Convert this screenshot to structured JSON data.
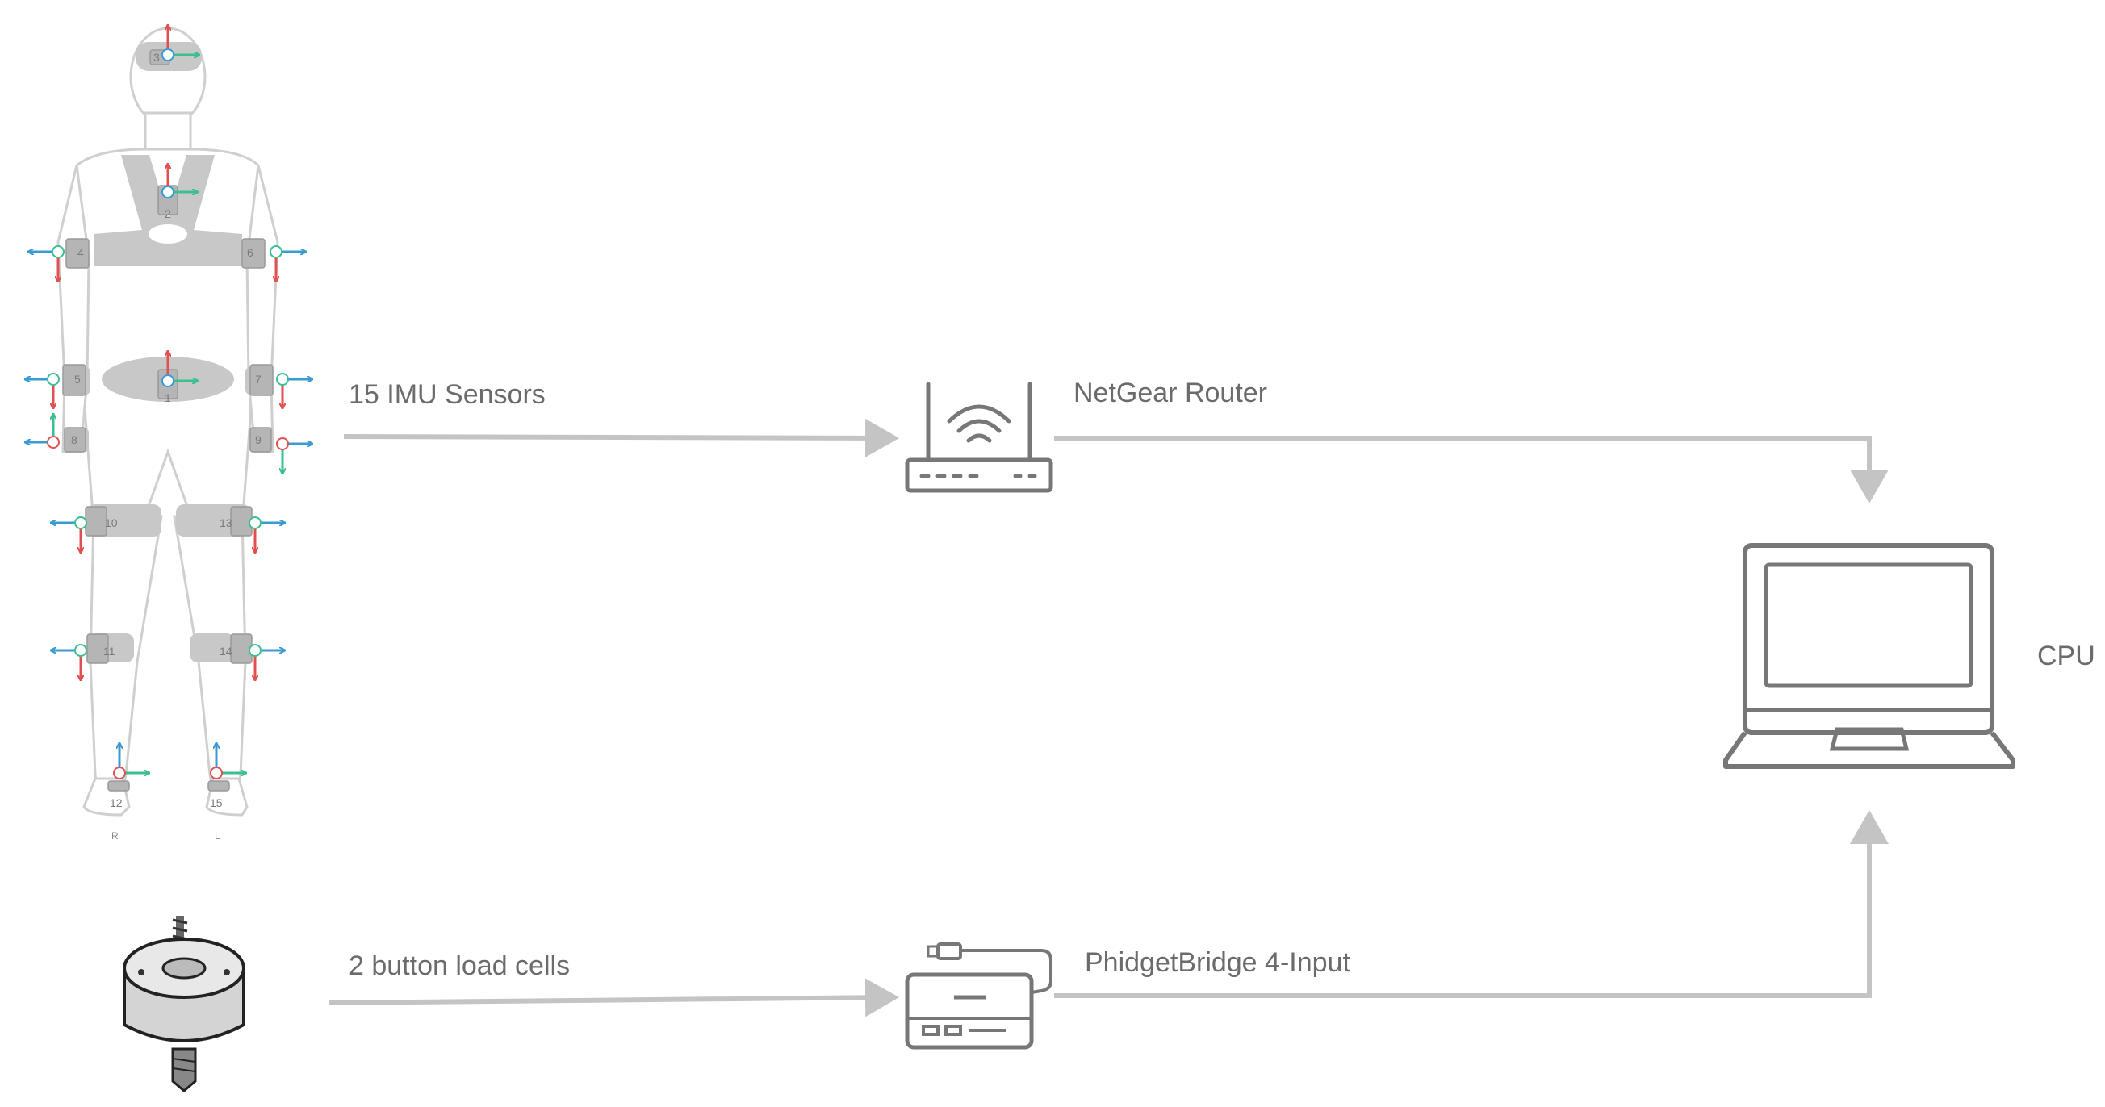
{
  "labels": {
    "imu_sensors": "15 IMU Sensors",
    "router": "NetGear Router",
    "cpu": "CPU",
    "load_cells": "2 button load cells",
    "bridge": "PhidgetBridge 4-Input"
  },
  "body_sensor_numbers": [
    "1",
    "2",
    "3",
    "4",
    "5",
    "6",
    "7",
    "8",
    "9",
    "10",
    "11",
    "12",
    "13",
    "14",
    "15"
  ],
  "body_sides": {
    "right": "R",
    "left": "L"
  },
  "colors": {
    "connector": "#c4c4c4",
    "device_icon": "#777777",
    "label_text": "#6b6b6b",
    "axis_red": "#e05050",
    "axis_blue": "#3b9ad2",
    "axis_green": "#3cbf8f"
  },
  "icons": {
    "router": "wifi-router-icon",
    "laptop": "laptop-icon",
    "bridge": "usb-bridge-icon",
    "load_cell": "load-cell-icon",
    "body": "human-body-sensor-map"
  }
}
